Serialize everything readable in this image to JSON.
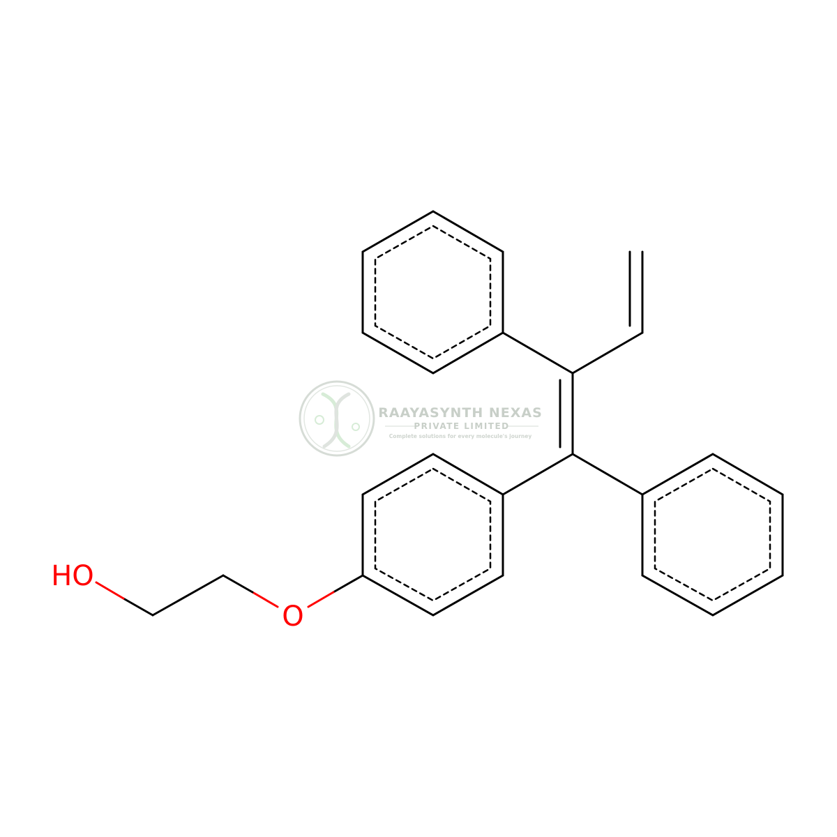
{
  "molecule": {
    "atom_labels": {
      "hydroxyl": "HO",
      "ether_oxygen": "O"
    },
    "colors": {
      "bond": "#000000",
      "heteroatom": "#ff0000"
    }
  },
  "watermark": {
    "company": "RAAYASYNTH NEXAS",
    "subtitle": "PRIVATE LIMITED",
    "tagline": "Complete solutions for every molecule's journey",
    "colors": {
      "text": "#c8cfc8",
      "emblem": "#d6dcd6",
      "accent": "#d7ecd7"
    }
  }
}
